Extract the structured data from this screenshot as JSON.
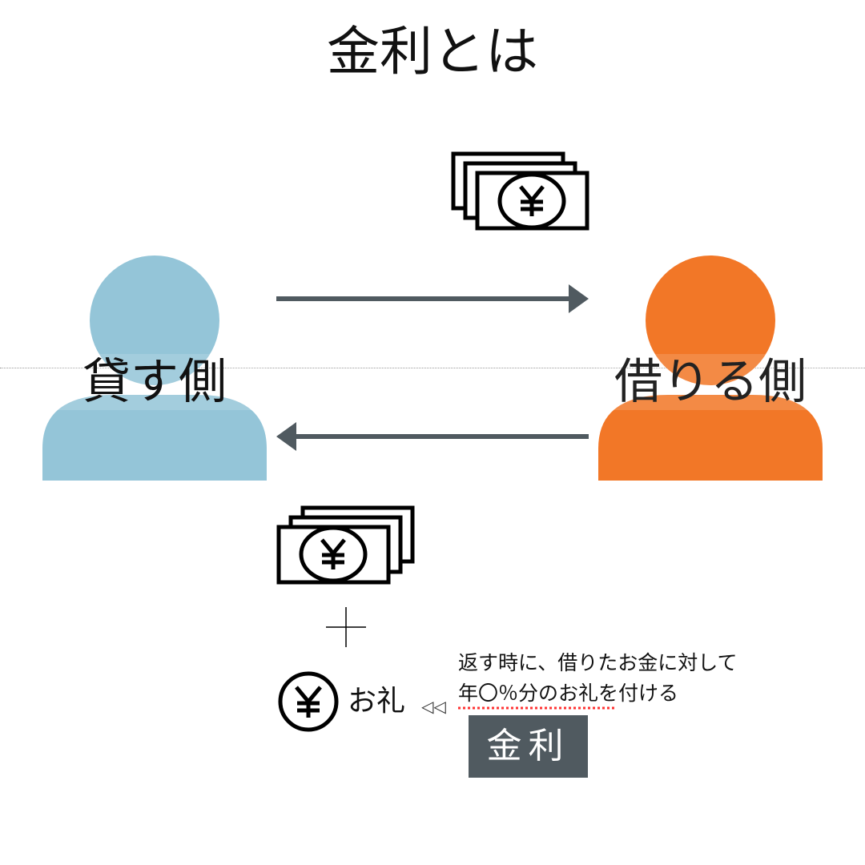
{
  "title": "金利とは",
  "lender": {
    "label": "貸す側",
    "color": "#94c5d8"
  },
  "borrower": {
    "label": "借りる側",
    "color": "#f27727"
  },
  "arrow_color": "#505a60",
  "bottom": {
    "plus": "＋",
    "thanks_label": "お礼",
    "pointer": "◁◁",
    "note_line1": "返す時に、借りたお金に対して",
    "note_line2": "年〇％分のお礼を付ける",
    "term": "金利"
  },
  "icons": {
    "money_top": "yen-bills-icon",
    "money_bottom": "yen-bills-icon",
    "coin": "yen-coin-icon"
  }
}
